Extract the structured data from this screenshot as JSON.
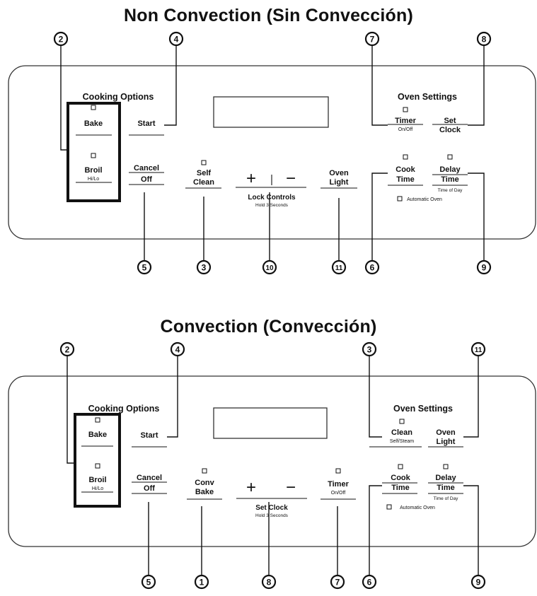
{
  "diagrams": [
    {
      "title": "Non Convection (Sin Convección)",
      "sections": {
        "left": "Cooking Options",
        "right": "Oven Settings"
      },
      "callouts": [
        "2",
        "4",
        "7",
        "8",
        "5",
        "3",
        "10",
        "11",
        "6",
        "9"
      ],
      "buttons": {
        "bake": "Bake",
        "broil": "Broil",
        "broil_sub": "Hi/Lo",
        "start": "Start",
        "cancel": "Cancel",
        "cancel2": "Off",
        "self_clean_1": "Self",
        "self_clean_2": "Clean",
        "plus": "+",
        "minus": "−",
        "lock_controls": "Lock Controls",
        "lock_hold": "Hold 3 Seconds",
        "oven_light_1": "Oven",
        "oven_light_2": "Light",
        "timer": "Timer",
        "timer_sub": "On/Off",
        "set_clock_1": "Set",
        "set_clock_2": "Clock",
        "cook_time_1": "Cook",
        "cook_time_2": "Time",
        "delay_time_1": "Delay",
        "delay_time_2": "Time",
        "time_of_day": "Time of Day",
        "automatic_oven": "Automatic Oven"
      }
    },
    {
      "title": "Convection (Convección)",
      "sections": {
        "left": "Cooking Options",
        "right": "Oven Settings"
      },
      "callouts": [
        "2",
        "4",
        "3",
        "11",
        "5",
        "1",
        "8",
        "7",
        "6",
        "9"
      ],
      "buttons": {
        "bake": "Bake",
        "broil": "Broil",
        "broil_sub": "Hi/Lo",
        "start": "Start",
        "cancel": "Cancel",
        "cancel2": "Off",
        "conv_bake_1": "Conv",
        "conv_bake_2": "Bake",
        "plus": "+",
        "minus": "−",
        "set_clock": "Set Clock",
        "set_clock_hold": "Hold 3 Seconds",
        "timer": "Timer",
        "timer_sub": "On/Off",
        "clean": "Clean",
        "clean_sub": "Self/Steam",
        "oven_light_1": "Oven",
        "oven_light_2": "Light",
        "cook_time_1": "Cook",
        "cook_time_2": "Time",
        "delay_time_1": "Delay",
        "delay_time_2": "Time",
        "time_of_day": "Time of Day",
        "automatic_oven": "Automatic Oven"
      }
    }
  ]
}
